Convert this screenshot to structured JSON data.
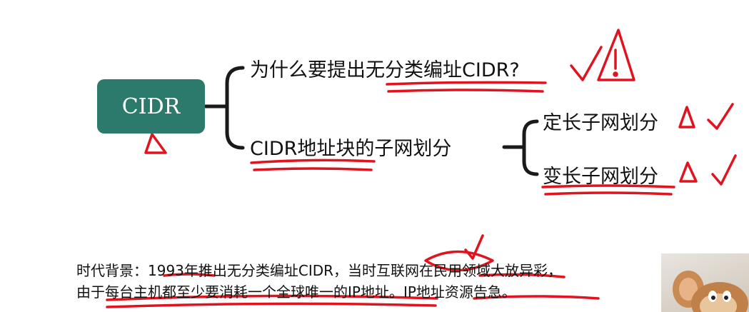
{
  "root": {
    "label": "CIDR"
  },
  "branches": [
    {
      "label": "为什么要提出无分类编址CIDR?"
    },
    {
      "label": "CIDR地址块的子网划分"
    }
  ],
  "subbranches": [
    {
      "label": "定长子网划分"
    },
    {
      "label": "变长子网划分"
    }
  ],
  "background_text": {
    "line1": "时代背景：1993年推出无分类编址CIDR，当时互联网在民用领域大放异彩，",
    "line2": "由于每台主机都至少要消耗一个全球唯一的IP地址。IP地址资源告急。"
  },
  "colors": {
    "node_fill": "#2b7a6b",
    "connector": "#1a1a1a",
    "annotation_red": "#e0141e"
  }
}
